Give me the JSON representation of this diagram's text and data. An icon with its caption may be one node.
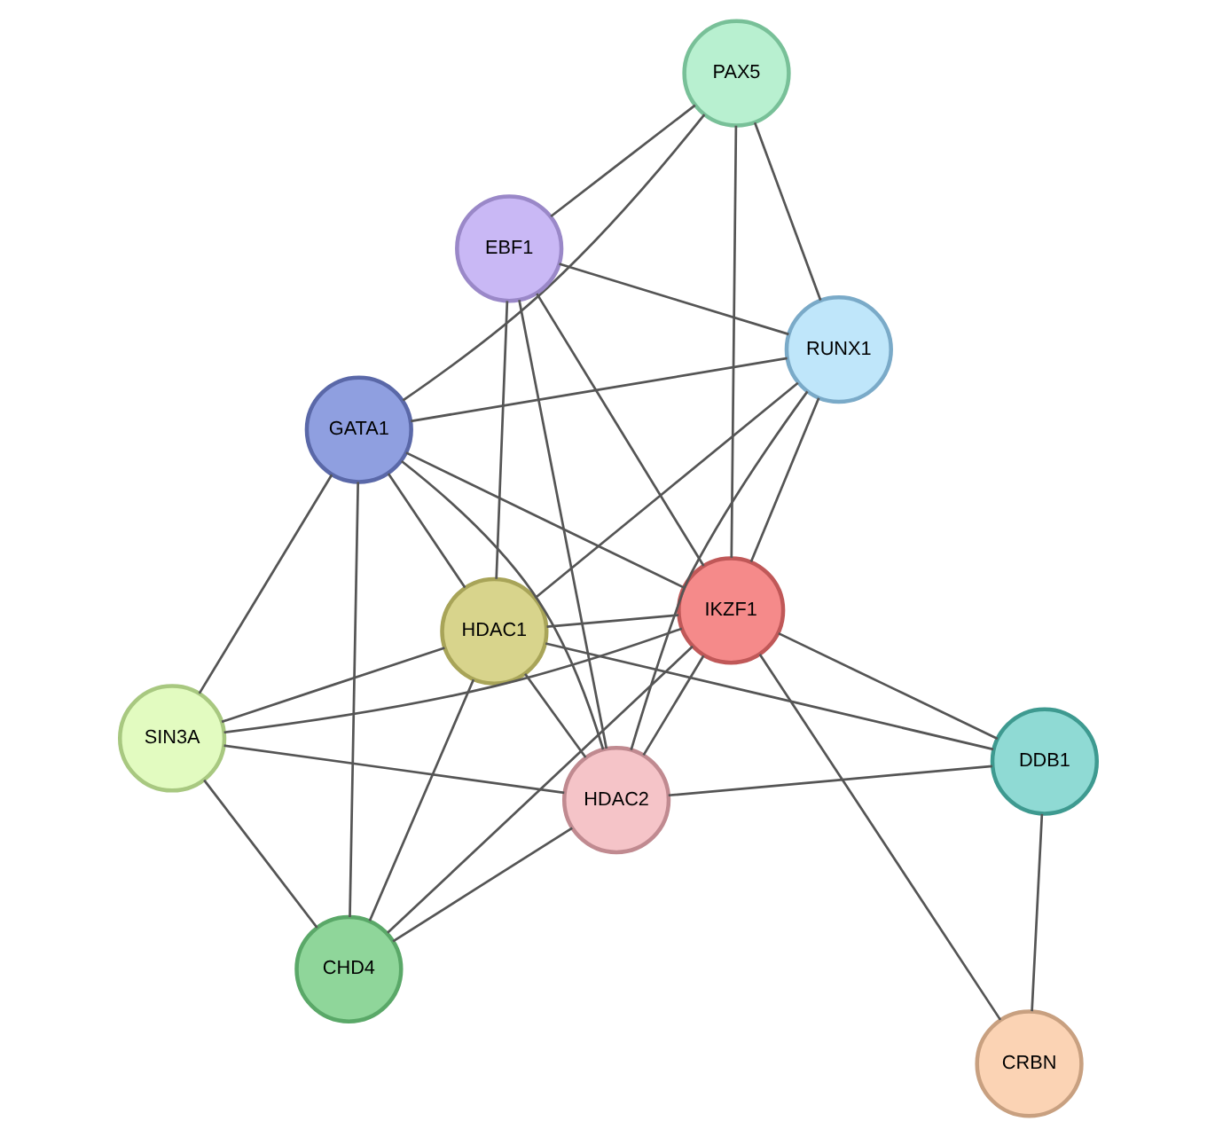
{
  "diagram": {
    "nodes": [
      {
        "text": [
          "SIN3A"
        ]
      },
      {
        "text": [
          "GATA1"
        ]
      },
      {
        "text": [
          "CHD4"
        ]
      },
      {
        "text": [
          "RUNX1"
        ]
      },
      {
        "text": [
          "HDAC1"
        ]
      },
      {
        "text": [
          "EBF1"
        ]
      },
      {
        "text": [
          "HDAC2"
        ]
      },
      {
        "text": [
          "IKZF1"
        ]
      },
      {
        "text": [
          "PAX5"
        ]
      },
      {
        "text": [
          "DDB1"
        ]
      },
      {
        "text": [
          "CRBN"
        ]
      }
    ],
    "edges": [
      {
        "from": 0,
        "to": 1,
        "arrow": "none"
      },
      {
        "from": 0,
        "to": 2,
        "arrow": "none"
      },
      {
        "from": 0,
        "to": 4,
        "arrow": "none"
      },
      {
        "from": 0,
        "to": 6,
        "arrow": "none"
      },
      {
        "from": 0,
        "to": 7,
        "arrow": "none"
      },
      {
        "from": 1,
        "to": 2,
        "arrow": "none"
      },
      {
        "from": 1,
        "to": 3,
        "arrow": "none"
      },
      {
        "from": 1,
        "to": 4,
        "arrow": "none"
      },
      {
        "from": 1,
        "to": 6,
        "arrow": "none"
      },
      {
        "from": 1,
        "to": 7,
        "arrow": "none"
      },
      {
        "from": 1,
        "to": 8,
        "arrow": "none"
      },
      {
        "from": 3,
        "to": 5,
        "arrow": "none"
      },
      {
        "from": 3,
        "to": 8,
        "arrow": "none"
      },
      {
        "from": 3,
        "to": 4,
        "arrow": "none"
      },
      {
        "from": 3,
        "to": 6,
        "arrow": "none"
      },
      {
        "from": 3,
        "to": 7,
        "arrow": "none"
      },
      {
        "from": 2,
        "to": 4,
        "arrow": "none"
      },
      {
        "from": 2,
        "to": 6,
        "arrow": "none"
      },
      {
        "from": 2,
        "to": 7,
        "arrow": "none"
      },
      {
        "from": 4,
        "to": 6,
        "arrow": "none"
      },
      {
        "from": 4,
        "to": 7,
        "arrow": "none"
      },
      {
        "from": 4,
        "to": 9,
        "arrow": "none"
      },
      {
        "from": 5,
        "to": 4,
        "arrow": "none"
      },
      {
        "from": 5,
        "to": 6,
        "arrow": "none"
      },
      {
        "from": 5,
        "to": 7,
        "arrow": "none"
      },
      {
        "from": 5,
        "to": 8,
        "arrow": "none"
      },
      {
        "from": 6,
        "to": 7,
        "arrow": "none"
      },
      {
        "from": 6,
        "to": 9,
        "arrow": "none"
      },
      {
        "from": 8,
        "to": 7,
        "arrow": "none"
      },
      {
        "from": 7,
        "to": 9,
        "arrow": "none"
      },
      {
        "from": 7,
        "to": 10,
        "arrow": "none"
      },
      {
        "from": 9,
        "to": 10,
        "arrow": "none"
      }
    ]
  }
}
